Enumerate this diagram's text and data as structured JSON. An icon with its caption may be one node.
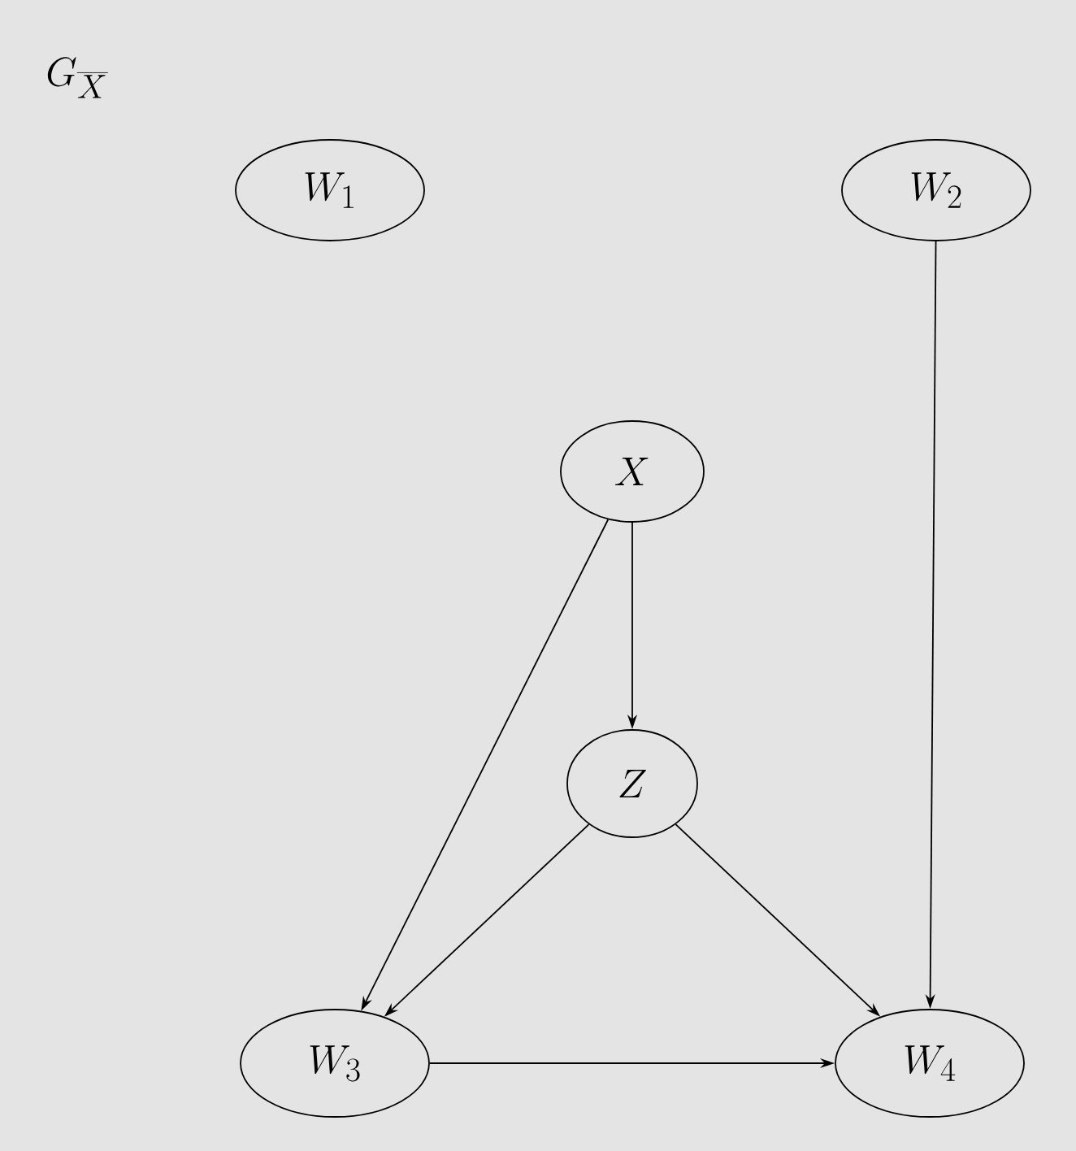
{
  "diagram": {
    "title": "G_{\\overline{X}}",
    "nodes": [
      {
        "text": [
          "W_1"
        ]
      },
      {
        "text": [
          "W_2"
        ]
      },
      {
        "text": [
          "X"
        ]
      },
      {
        "text": [
          "Z"
        ]
      },
      {
        "text": [
          "W_3"
        ]
      },
      {
        "text": [
          "W_4"
        ]
      }
    ],
    "edges": [
      {
        "from": 1,
        "to": 5,
        "arrow": "to"
      },
      {
        "from": 2,
        "to": 3,
        "arrow": "to"
      },
      {
        "from": 2,
        "to": 4,
        "arrow": "to"
      },
      {
        "from": 3,
        "to": 4,
        "arrow": "to"
      },
      {
        "from": 3,
        "to": 5,
        "arrow": "to"
      },
      {
        "from": 4,
        "to": 5,
        "arrow": "to"
      }
    ]
  }
}
